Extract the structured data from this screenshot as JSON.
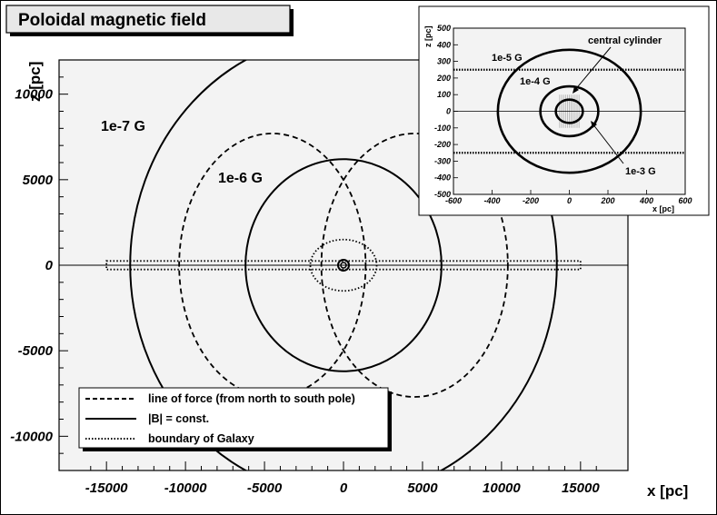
{
  "title": "Poloidal magnetic field",
  "chart_data": [
    {
      "type": "line",
      "subtype": "contour",
      "xlabel": "x [pc]",
      "ylabel": "z [pc]",
      "xlim": [
        -18000,
        18000
      ],
      "ylim": [
        -12000,
        12000
      ],
      "xticks": [
        -15000,
        -10000,
        -5000,
        0,
        5000,
        10000,
        15000
      ],
      "yticks": [
        -10000,
        -5000,
        0,
        5000,
        10000
      ],
      "xtick_labels": [
        "-15000",
        "-10000",
        "-5000",
        "0",
        "5000",
        "10000",
        "15000"
      ],
      "ytick_labels": [
        "-10000",
        "-5000",
        "0",
        "5000",
        "10000"
      ],
      "grid": false,
      "annotations": [
        {
          "text": "1e-7 G",
          "x": -14000,
          "z": 8400
        },
        {
          "text": "1e-6 G",
          "x": -7500,
          "z": 5200
        }
      ],
      "series": [
        {
          "name": "line of force (from north to south pole)",
          "style": "dashed",
          "shapes": [
            {
              "kind": "ellipse",
              "cx": -4500,
              "cz": 0,
              "rx": 5900,
              "rz": 7700
            },
            {
              "kind": "ellipse",
              "cx": 4500,
              "cz": 0,
              "rx": 5900,
              "rz": 7700
            }
          ]
        },
        {
          "name": "|B| = const.",
          "style": "solid",
          "shapes": [
            {
              "kind": "circle",
              "cx": 0,
              "cz": 0,
              "r": 6200,
              "label": "1e-6 G"
            },
            {
              "kind": "circle",
              "cx": 0,
              "cz": 0,
              "r": 13500,
              "label": "1e-7 G"
            }
          ]
        },
        {
          "name": "boundary of Galaxy",
          "style": "dotted",
          "shapes": [
            {
              "kind": "ellipse",
              "cx": 0,
              "cz": 0,
              "rx": 2100,
              "rz": 1500
            },
            {
              "kind": "rect",
              "x0": -15000,
              "x1": 15000,
              "z0": -250,
              "z1": 250
            }
          ]
        }
      ],
      "legend": [
        {
          "style": "dashed",
          "label": "line of force (from north to south pole)"
        },
        {
          "style": "solid",
          "label": "|B| = const."
        },
        {
          "style": "dotted",
          "label": "boundary of Galaxy"
        }
      ],
      "legend_position": "bottom-left"
    },
    {
      "type": "line",
      "subtype": "contour",
      "xlabel": "x [pc]",
      "ylabel": "z [pc]",
      "xlim": [
        -600,
        600
      ],
      "ylim": [
        -500,
        500
      ],
      "xticks": [
        -600,
        -400,
        -200,
        0,
        200,
        400,
        600
      ],
      "yticks": [
        -500,
        -400,
        -300,
        -200,
        -100,
        0,
        100,
        200,
        300,
        400,
        500
      ],
      "xtick_labels": [
        "-600",
        "-400",
        "-200",
        "0",
        "200",
        "400",
        "600"
      ],
      "ytick_labels": [
        "-500",
        "-400",
        "-300",
        "-200",
        "-100",
        "0",
        "100",
        "200",
        "300",
        "400",
        "500"
      ],
      "annotations": [
        {
          "text": "1e-5 G",
          "x": -420,
          "z": 340
        },
        {
          "text": "1e-4 G",
          "x": -245,
          "z": 180
        },
        {
          "text": "central cylinder",
          "x": 100,
          "z": 420
        },
        {
          "text": "1e-3 G",
          "x": 300,
          "z": -330
        }
      ],
      "contours": [
        {
          "label": "1e-3 G",
          "r": 70
        },
        {
          "label": "1e-4 G",
          "r": 150
        },
        {
          "label": "1e-5 G",
          "r": 370
        }
      ],
      "boundary_z": [
        -250,
        250
      ],
      "central_cylinder": {
        "x": [
          -50,
          50
        ],
        "z": [
          -100,
          100
        ]
      }
    }
  ]
}
